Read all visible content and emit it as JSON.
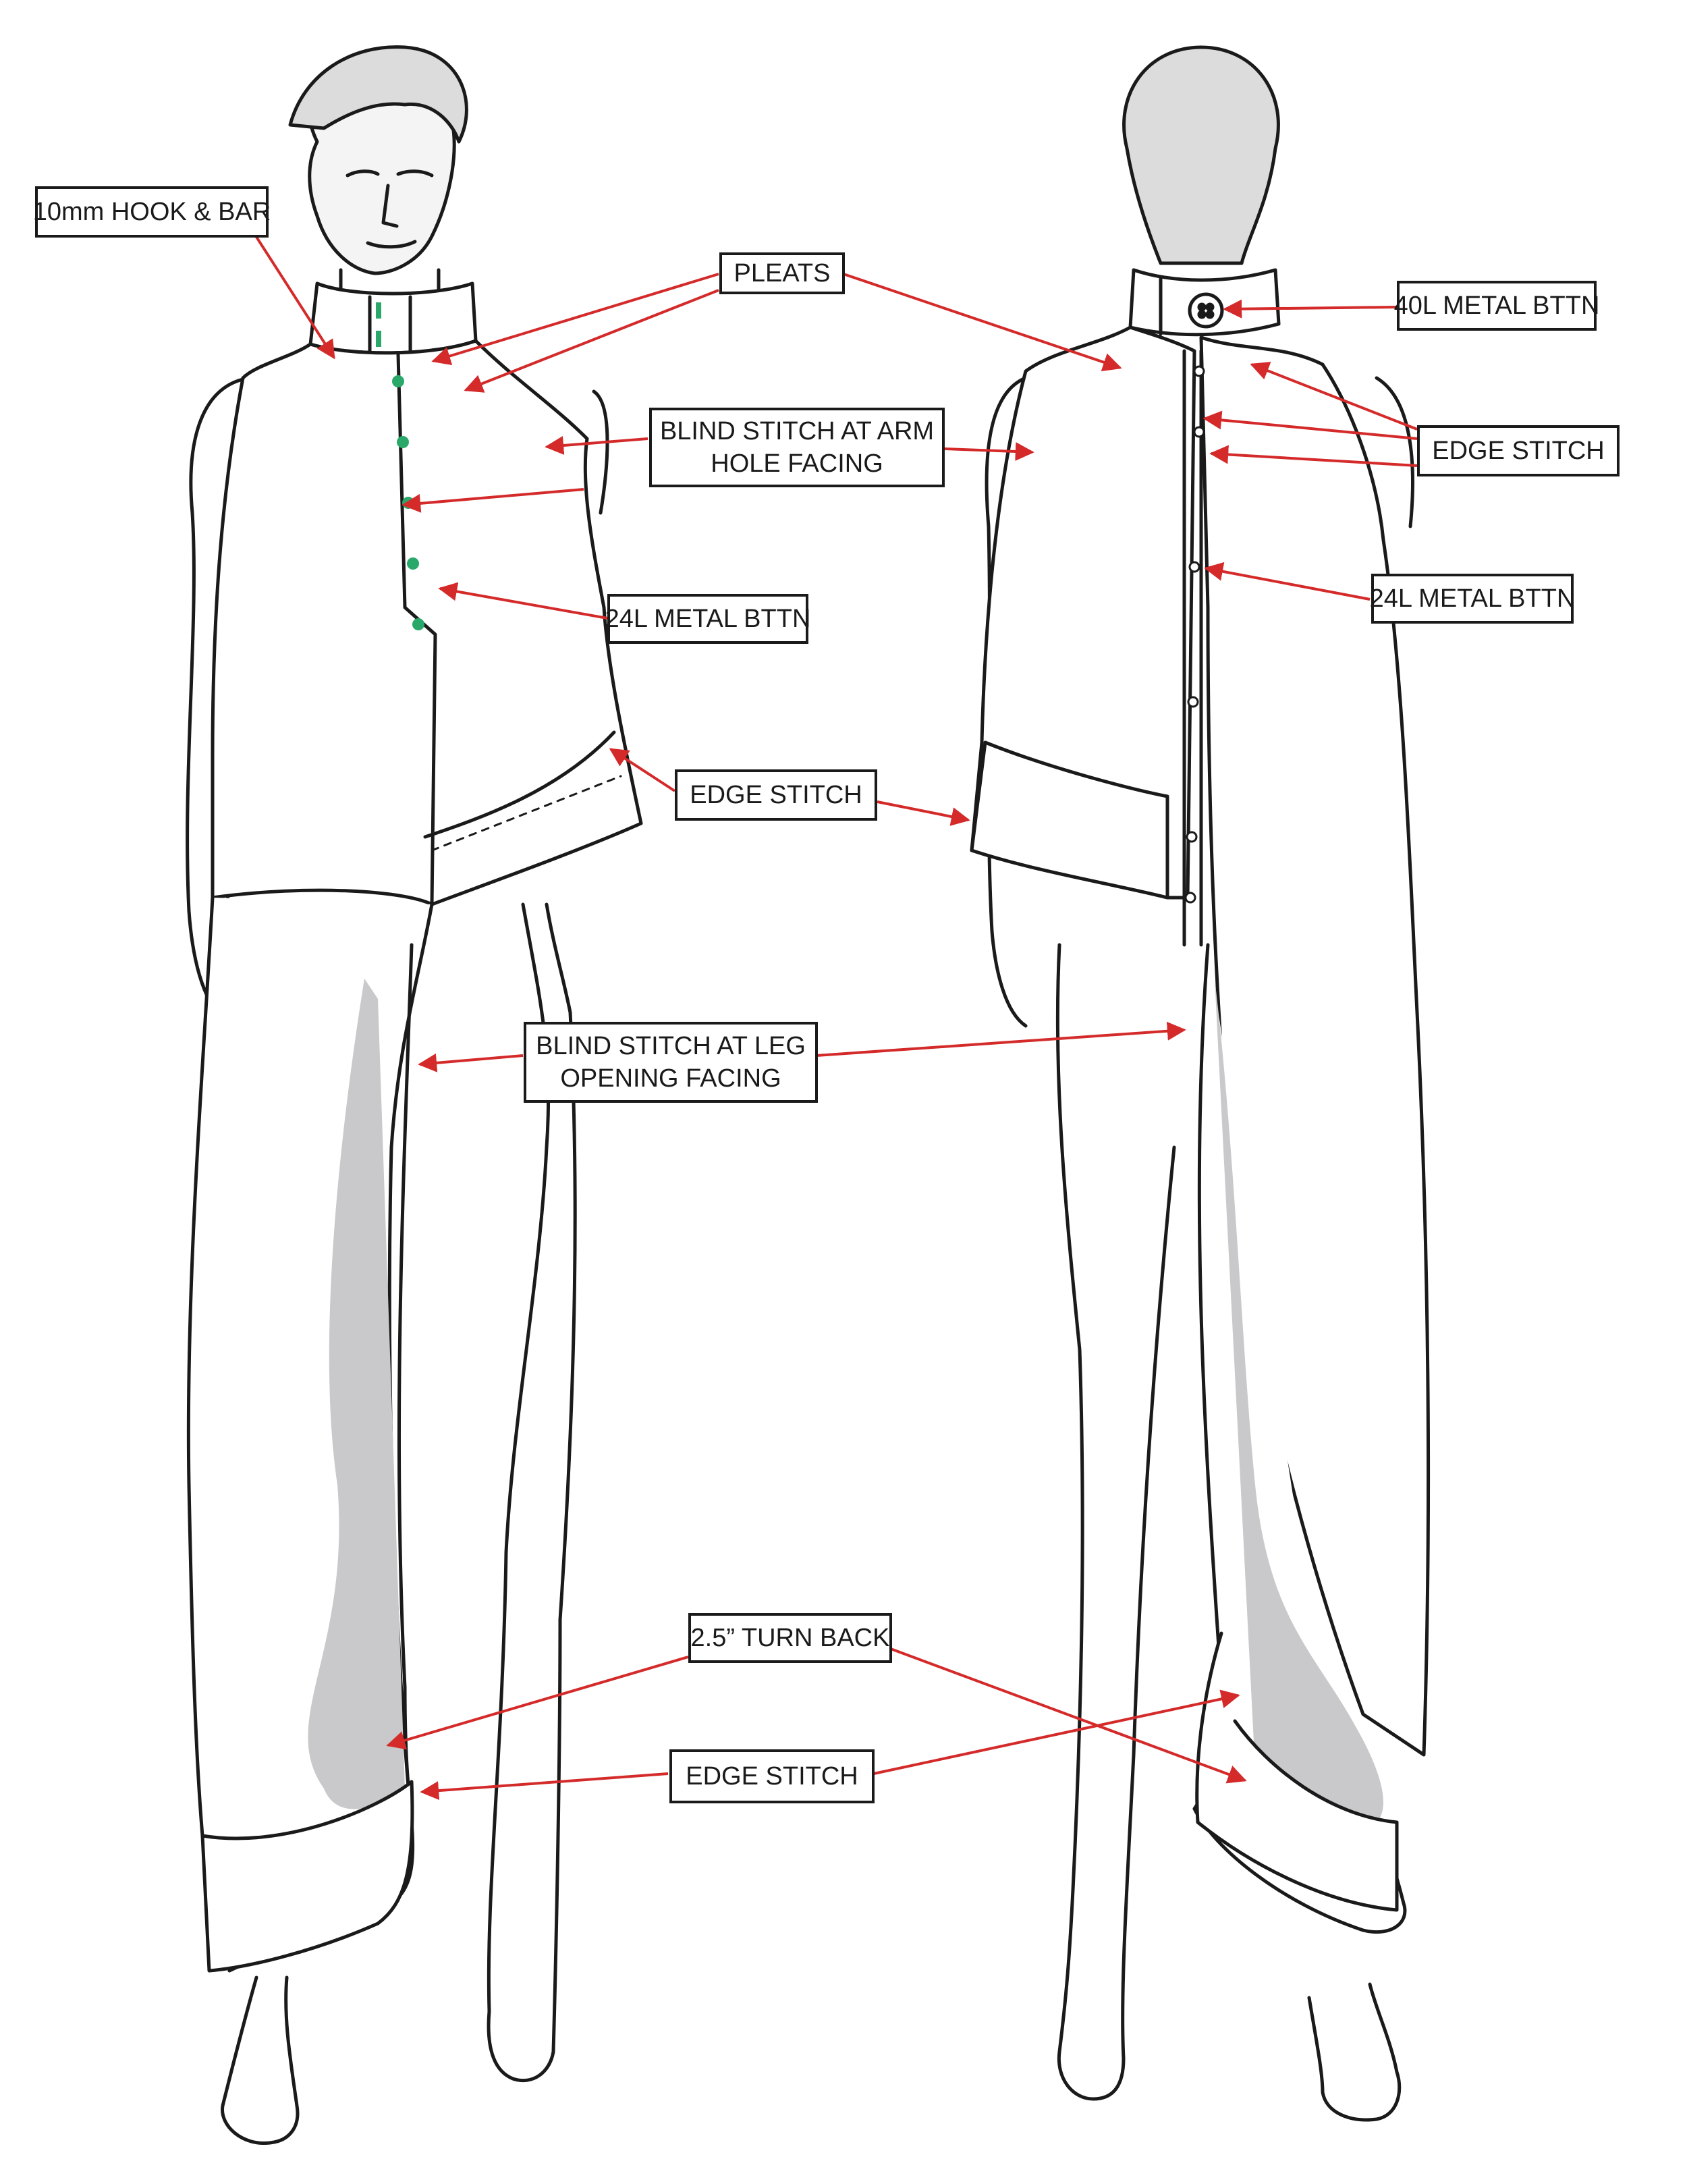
{
  "labels": {
    "hook_bar": "10mm HOOK & BAR",
    "pleats": "PLEATS",
    "metal_bttn_40": "40L METAL BTTN",
    "blind_arm_line1": "BLIND STITCH AT ARM",
    "blind_arm_line2": "HOLE FACING",
    "edge_stitch_back_neck": "EDGE STITCH",
    "metal_bttn_24_front": "24L METAL BTTN",
    "metal_bttn_24_back": "24L METAL BTTN",
    "edge_stitch_hem": "EDGE STITCH",
    "blind_leg_line1": "BLIND STITCH AT LEG",
    "blind_leg_line2": "OPENING FACING",
    "turn_back": "2.5” TURN BACK",
    "edge_stitch_bottom": "EDGE STITCH"
  },
  "colors": {
    "callout_arrow": "#d42a2a",
    "outline": "#1a1a1a",
    "shading": "#c9c8cb",
    "button_green": "#2aa86a"
  }
}
